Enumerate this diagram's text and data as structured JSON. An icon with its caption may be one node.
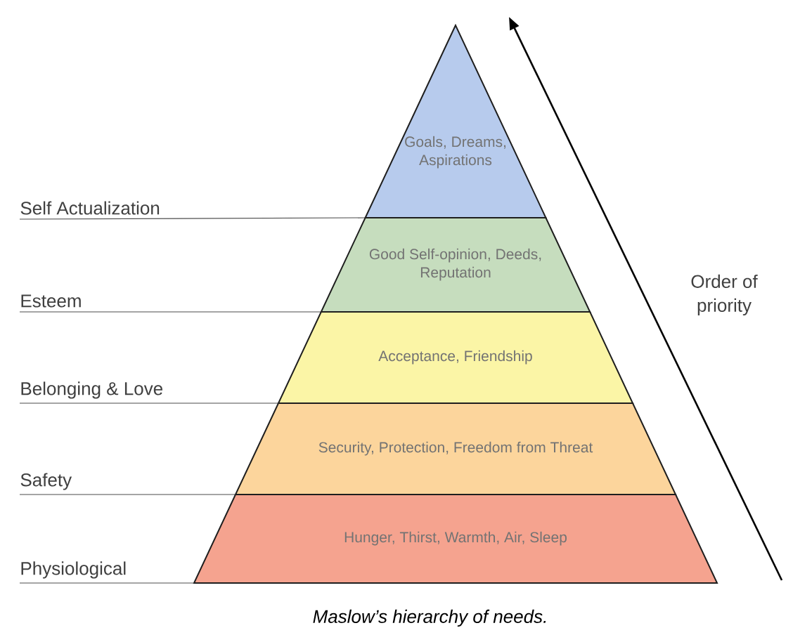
{
  "diagram": {
    "caption": "Maslow’s hierarchy of needs.",
    "nodes": [
      {
        "text": [
          "Goals, Dreams, Aspirations"
        ]
      },
      {
        "text": [
          "Good Self-opinion, Deeds, Reputation"
        ]
      },
      {
        "text": [
          "Acceptance, Friendship"
        ]
      },
      {
        "text": [
          "Security, Protection, Freedom from Threat"
        ]
      },
      {
        "text": [
          "Hunger, Thirst, Warmth, Air, Sleep"
        ]
      },
      {
        "text": [
          "Self Actualization"
        ]
      },
      {
        "text": [
          "Esteem"
        ]
      },
      {
        "text": [
          "Belonging & Love"
        ]
      },
      {
        "text": [
          "Safety"
        ]
      },
      {
        "text": [
          "Physiological"
        ]
      }
    ],
    "edges": [
      {
        "from": 5,
        "to": 0,
        "arrow": "none"
      },
      {
        "from": 6,
        "to": 1,
        "arrow": "none"
      },
      {
        "from": 7,
        "to": 2,
        "arrow": "none"
      },
      {
        "from": 8,
        "to": 3,
        "arrow": "none"
      },
      {
        "from": 9,
        "to": 4,
        "arrow": "none"
      }
    ],
    "labels": [
      "Order of priority"
    ]
  }
}
